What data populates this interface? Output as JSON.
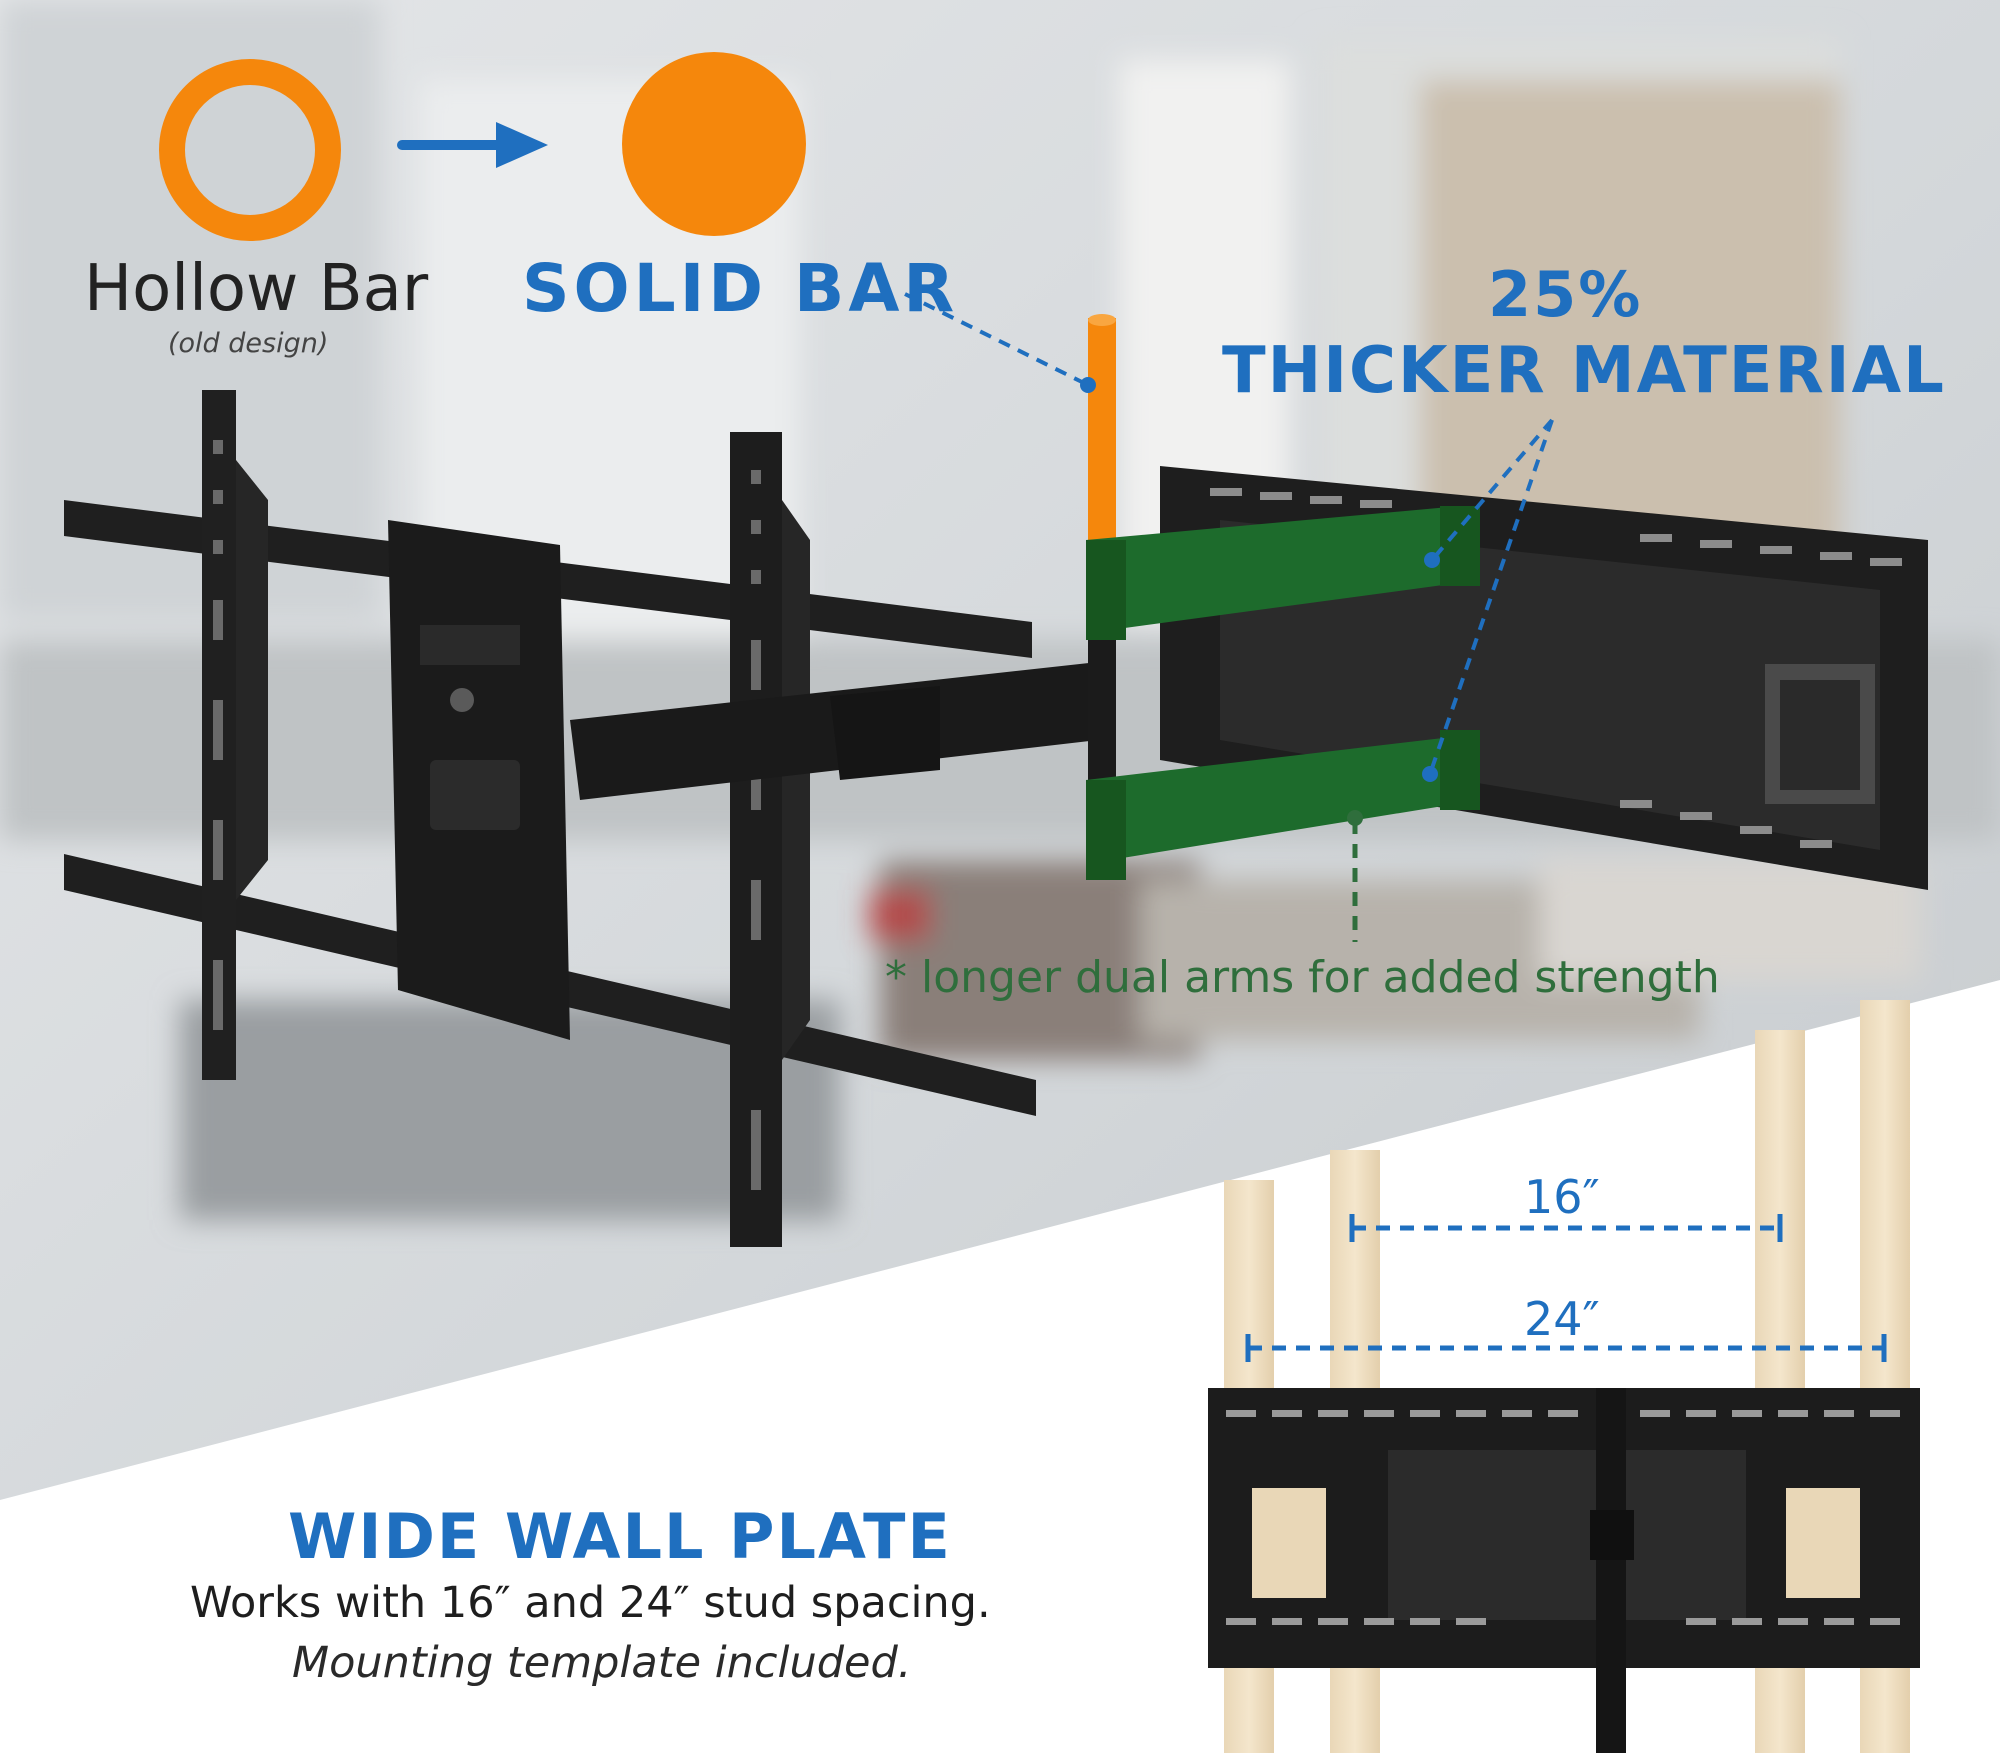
{
  "colors": {
    "accent_blue": "#1f6fbf",
    "orange": "#f5870c",
    "arm_green": "#1d6b2c",
    "note_green": "#2f6e3c",
    "dark": "#222222"
  },
  "icons": {
    "hollow": "hollow-ring-icon",
    "solid": "solid-disc-icon",
    "arrow": "right-arrow-icon"
  },
  "hollow": {
    "title": "Hollow Bar",
    "subtitle": "(old design)"
  },
  "solid": {
    "title": "SOLID BAR"
  },
  "thicker": {
    "percent": "25%",
    "title": "THICKER MATERIAL"
  },
  "arms_note": "* longer dual arms for added strength",
  "dimensions": {
    "narrow": "16″",
    "wide": "24″"
  },
  "wide_plate": {
    "title": "WIDE WALL PLATE",
    "line1": "Works with 16″ and 24″ stud spacing.",
    "line2": "Mounting template included."
  }
}
